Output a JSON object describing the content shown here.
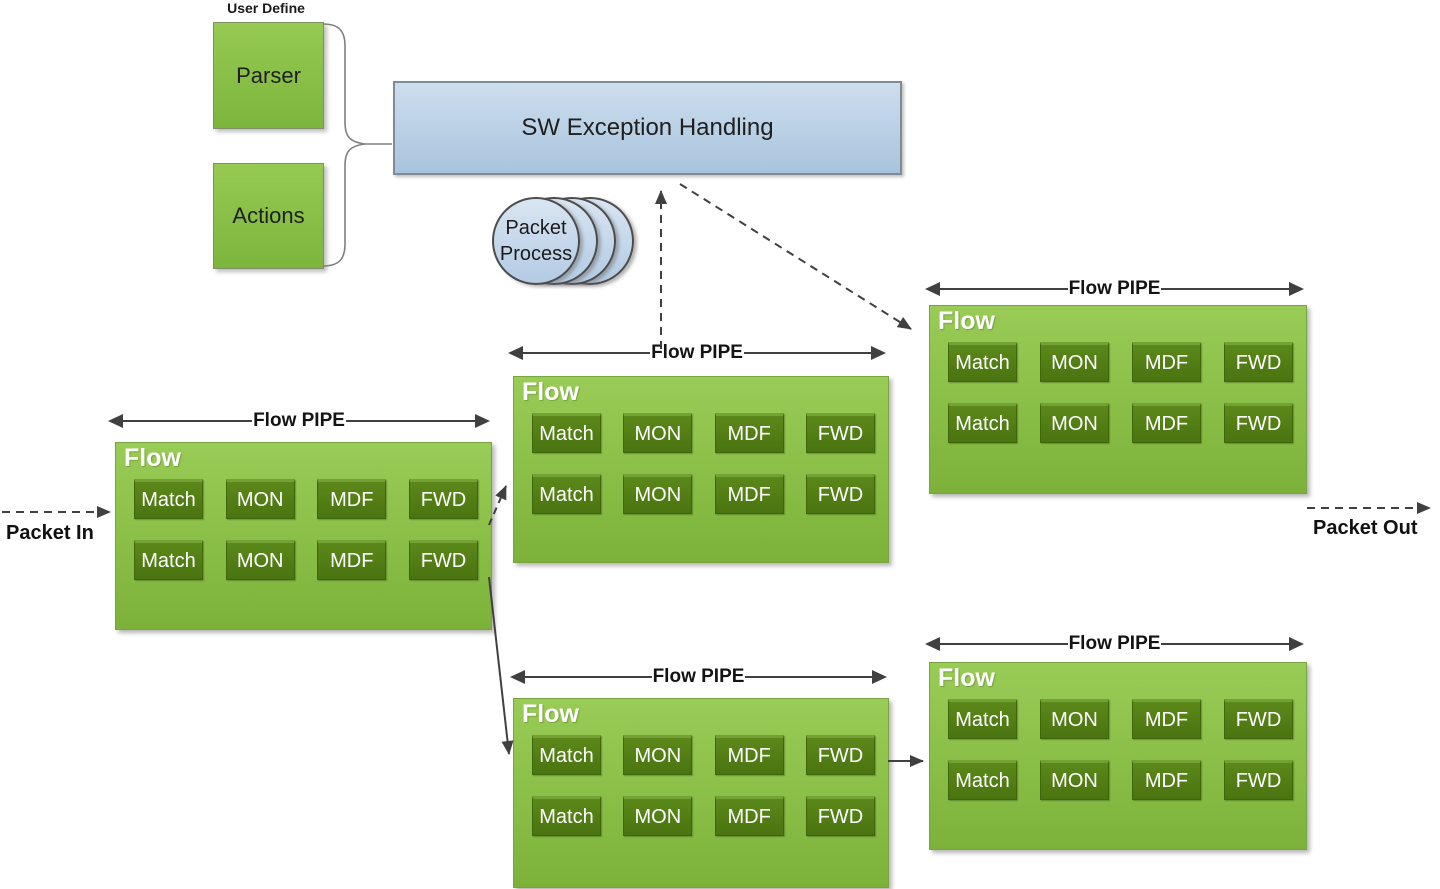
{
  "labels": {
    "user_define": "User Define",
    "parser": "Parser",
    "actions": "Actions",
    "sw_exception": "SW Exception Handling",
    "packet_process_line1": "Packet",
    "packet_process_line2": "Process",
    "packet_in": "Packet In",
    "packet_out": "Packet Out"
  },
  "pipes": [
    {
      "pipe_label": "Flow PIPE",
      "flow_label": "Flow",
      "cells": [
        [
          "Match",
          "MON",
          "MDF",
          "FWD"
        ],
        [
          "Match",
          "MON",
          "MDF",
          "FWD"
        ]
      ]
    },
    {
      "pipe_label": "Flow PIPE",
      "flow_label": "Flow",
      "cells": [
        [
          "Match",
          "MON",
          "MDF",
          "FWD"
        ],
        [
          "Match",
          "MON",
          "MDF",
          "FWD"
        ]
      ]
    },
    {
      "pipe_label": "Flow PIPE",
      "flow_label": "Flow",
      "cells": [
        [
          "Match",
          "MON",
          "MDF",
          "FWD"
        ],
        [
          "Match",
          "MON",
          "MDF",
          "FWD"
        ]
      ]
    },
    {
      "pipe_label": "Flow PIPE",
      "flow_label": "Flow",
      "cells": [
        [
          "Match",
          "MON",
          "MDF",
          "FWD"
        ],
        [
          "Match",
          "MON",
          "MDF",
          "FWD"
        ]
      ]
    },
    {
      "pipe_label": "Flow PIPE",
      "flow_label": "Flow",
      "cells": [
        [
          "Match",
          "MON",
          "MDF",
          "FWD"
        ],
        [
          "Match",
          "MON",
          "MDF",
          "FWD"
        ]
      ]
    }
  ],
  "colors": {
    "flow_box_green_top": "#99cc56",
    "flow_box_green_bottom": "#7cb23a",
    "stage_box_dark_green": "#4a7410",
    "exception_box_blue": "#bcd2e8",
    "ellipse_blue": "#c6d9ec",
    "arrow_gray": "#404040"
  }
}
